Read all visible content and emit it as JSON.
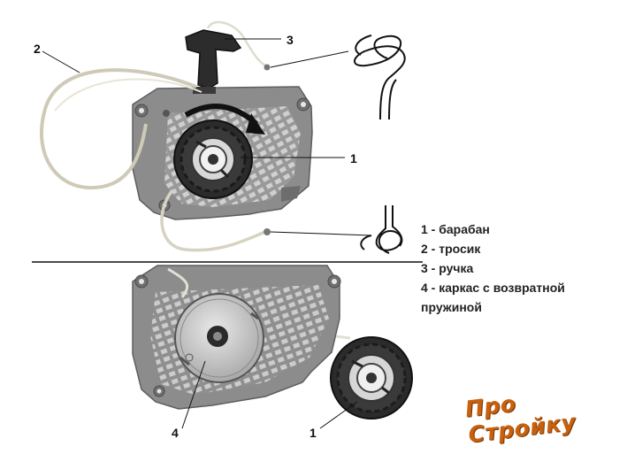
{
  "callouts": {
    "top_1": "1",
    "top_2": "2",
    "top_3": "3",
    "bottom_4": "4",
    "bottom_1": "1"
  },
  "legend": {
    "item_1": "1 - барабан",
    "item_2": "2 - тросик",
    "item_3": "3 - ручка",
    "item_4": "4 -  каркас с возвратной пружиной"
  },
  "watermark": "Про Стройку",
  "colors": {
    "housing": "#8c8c8c",
    "housing_light": "#b5b5b5",
    "drum": "#2a2a2a",
    "rope": "#dedbd0",
    "watermark": "#c8600d"
  },
  "icons": {
    "knot_top": "knot-diagram-icon",
    "knot_bottom": "knot-diagram-icon",
    "rotation_arrow": "rotation-arrow-icon"
  }
}
